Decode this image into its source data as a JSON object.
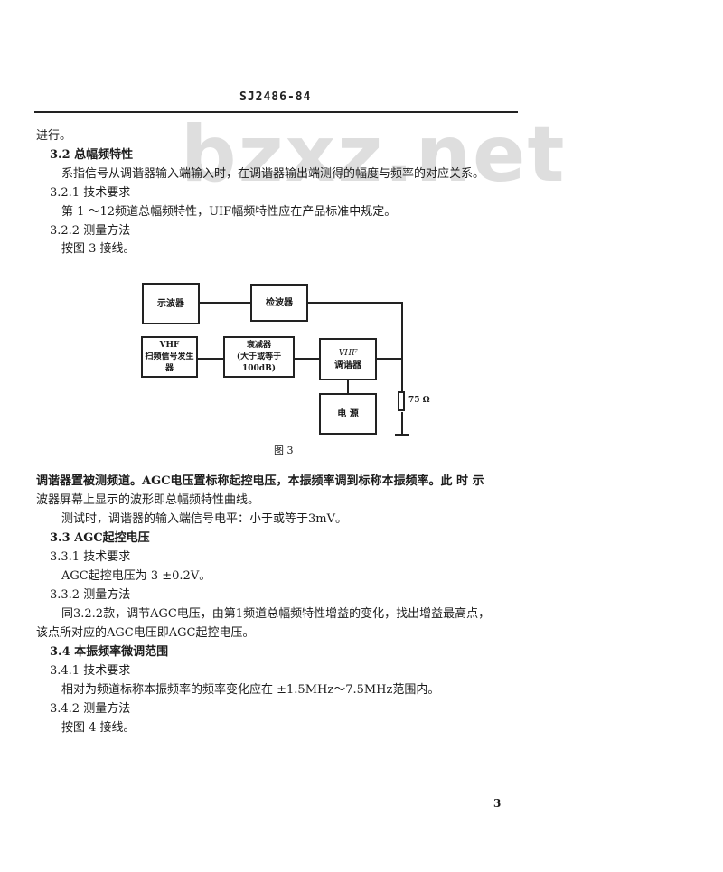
{
  "header": {
    "standard_code": "SJ2486-84"
  },
  "watermark": "bzxz.net",
  "body": {
    "lines": [
      "进行。",
      "3.2  总幅频特性",
      "系指信号从调谐器输入端输入时，在调谐器输出端测得的幅度与频率的对应关系。",
      "3.2.1   技术要求",
      "第 1 ～12频道总幅频特性，UIF幅频特性应在产品标准中规定。",
      "3.2.2   测量方法",
      "按图 3 接线。"
    ],
    "lines_after_figure": [
      "调谐器置被测频道。AGC电压置标称起控电压，本振频率调到标称本振频率。此 时 示",
      "波器屏幕上显示的波形即总幅频特性曲线。",
      "测试时，调谐器的输入端信号电平：小于或等于3mV。",
      "3.3   AGC起控电压",
      "3.3.1   技术要求",
      "AGC起控电压为 3 ±0.2V。",
      "3.3.2   测量方法",
      "同3.2.2款，调节AGC电压，由第1频道总幅频特性增益的变化，找出增益最高点，",
      "该点所对应的AGC电压即AGC起控电压。",
      "3.4   本振频率微调范围",
      "3.4.1   技术要求",
      "相对为频道标称本振频率的频率变化应在 ±1.5MHz～7.5MHz范围内。",
      "3.4.2   测量方法",
      "按图 4 接线。"
    ]
  },
  "figure": {
    "caption": "图  3",
    "blocks": {
      "oscilloscope": "示波器",
      "detector": "检波器",
      "sweep_gen_top": "VHF",
      "sweep_gen_bottom": "扫频信号发生器",
      "attenuator_top": "衰减器",
      "attenuator_bottom": "(大于或等于100dB)",
      "tuner_top": "VHF",
      "tuner_bottom": "调谐器",
      "power": "电  源",
      "resistor_label": "75 Ω"
    }
  },
  "footer": {
    "page_number": "3"
  }
}
